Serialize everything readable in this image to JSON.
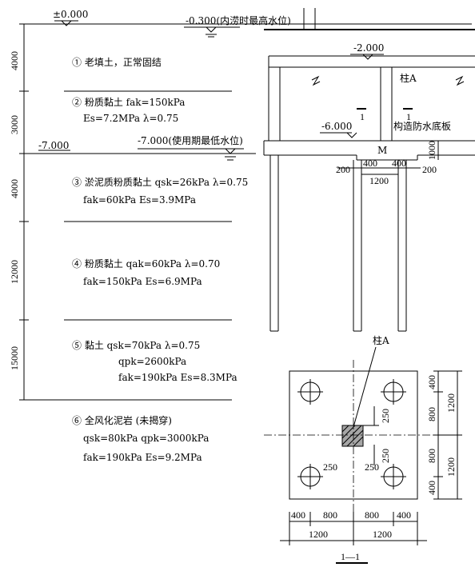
{
  "levels": {
    "ground": "±0.000",
    "flood_water": "-0.300(内涝时最高水位)",
    "slab": "-2.000",
    "raft_top": "-6.000",
    "layer_boundary": "-7.000",
    "low_water": "-7.000(使用期最低水位)"
  },
  "thickness_labels": [
    "4000",
    "3000",
    "4000",
    "12000",
    "15000"
  ],
  "soil_layers": [
    {
      "title": "① 老填土，正常固结",
      "props": []
    },
    {
      "title": "② 粉质黏土  fak=150kPa",
      "props": [
        "Es=7.2MPa    λ=0.75"
      ]
    },
    {
      "title": "③ 淤泥质粉质黏土  qsk=26kPa  λ=0.75",
      "props": [
        "fak=60kPa   Es=3.9MPa"
      ]
    },
    {
      "title": "④ 粉质黏土   qak=60kPa   λ=0.70",
      "props": [
        "fak=150kPa    Es=6.9MPa"
      ]
    },
    {
      "title": "⑤ 黏土     qsk=70kPa    λ=0.75",
      "props": [
        "qpk=2600kPa",
        "fak=190kPa     Es=8.3MPa"
      ]
    },
    {
      "title": "⑥ 全风化泥岩 (未揭穿)",
      "props": [
        "qsk=80kPa    qpk=3000kPa",
        "fak=190kPa    Es=9.2MPa"
      ]
    }
  ],
  "section": {
    "column_label": "柱A",
    "section_mark": "1",
    "waterproof_slab": "构造防水底板",
    "cap_mark": "M",
    "cap_height": "1000",
    "dim_200": "200",
    "dim_400": "400",
    "dim_1200": "1200"
  },
  "plan": {
    "column_label": "柱A",
    "section_title": "1—1",
    "right_dims": [
      "400",
      "800",
      "800",
      "400"
    ],
    "right_totals": [
      "1200",
      "1200"
    ],
    "bottom_dims": [
      "400",
      "800",
      "800",
      "400"
    ],
    "bottom_totals": [
      "1200",
      "1200"
    ],
    "inner_250": "250"
  }
}
